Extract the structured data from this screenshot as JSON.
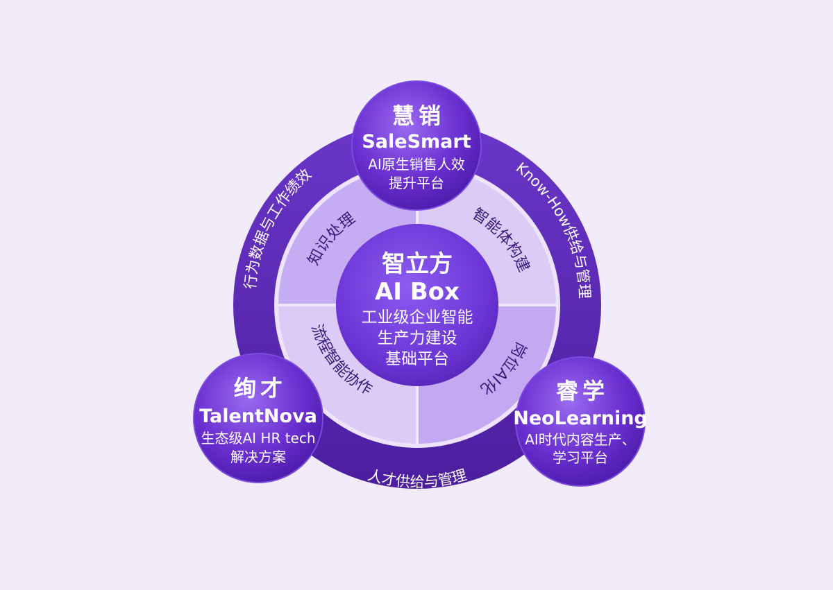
{
  "center": {
    "title_cn": "智立方",
    "title_en": "AI Box",
    "desc": [
      "工业级企业智能",
      "生产力建设",
      "基础平台"
    ]
  },
  "segments": [
    {
      "label": "知识处理"
    },
    {
      "label": "智能体构建"
    },
    {
      "label": "岗位AI化"
    },
    {
      "label": "流程智能协作"
    }
  ],
  "outer_ring": {
    "left": "行为数据与工作绩效",
    "right": "Know-How供给与管理",
    "bottom": "人才供给与管理"
  },
  "nodes": {
    "salesmart": {
      "cn": "慧销",
      "en": "SaleSmart",
      "desc": [
        "AI原生销售人效",
        "提升平台"
      ]
    },
    "talentnova": {
      "cn": "绚才",
      "en": "TalentNova",
      "desc": [
        "生态级AI HR tech",
        "解决方案"
      ]
    },
    "neolearning": {
      "cn": "睿学",
      "en": "NeoLearning",
      "desc": [
        "AI时代内容生产、",
        "学习平台"
      ]
    }
  },
  "colors": {
    "background": "#f1ebfa",
    "outer_ring": "#5b2ab8",
    "segment_light": "#d9c8f6",
    "segment_mid": "#c4a9f2",
    "center": "#6b34d6",
    "node": "#6a2fd0"
  }
}
